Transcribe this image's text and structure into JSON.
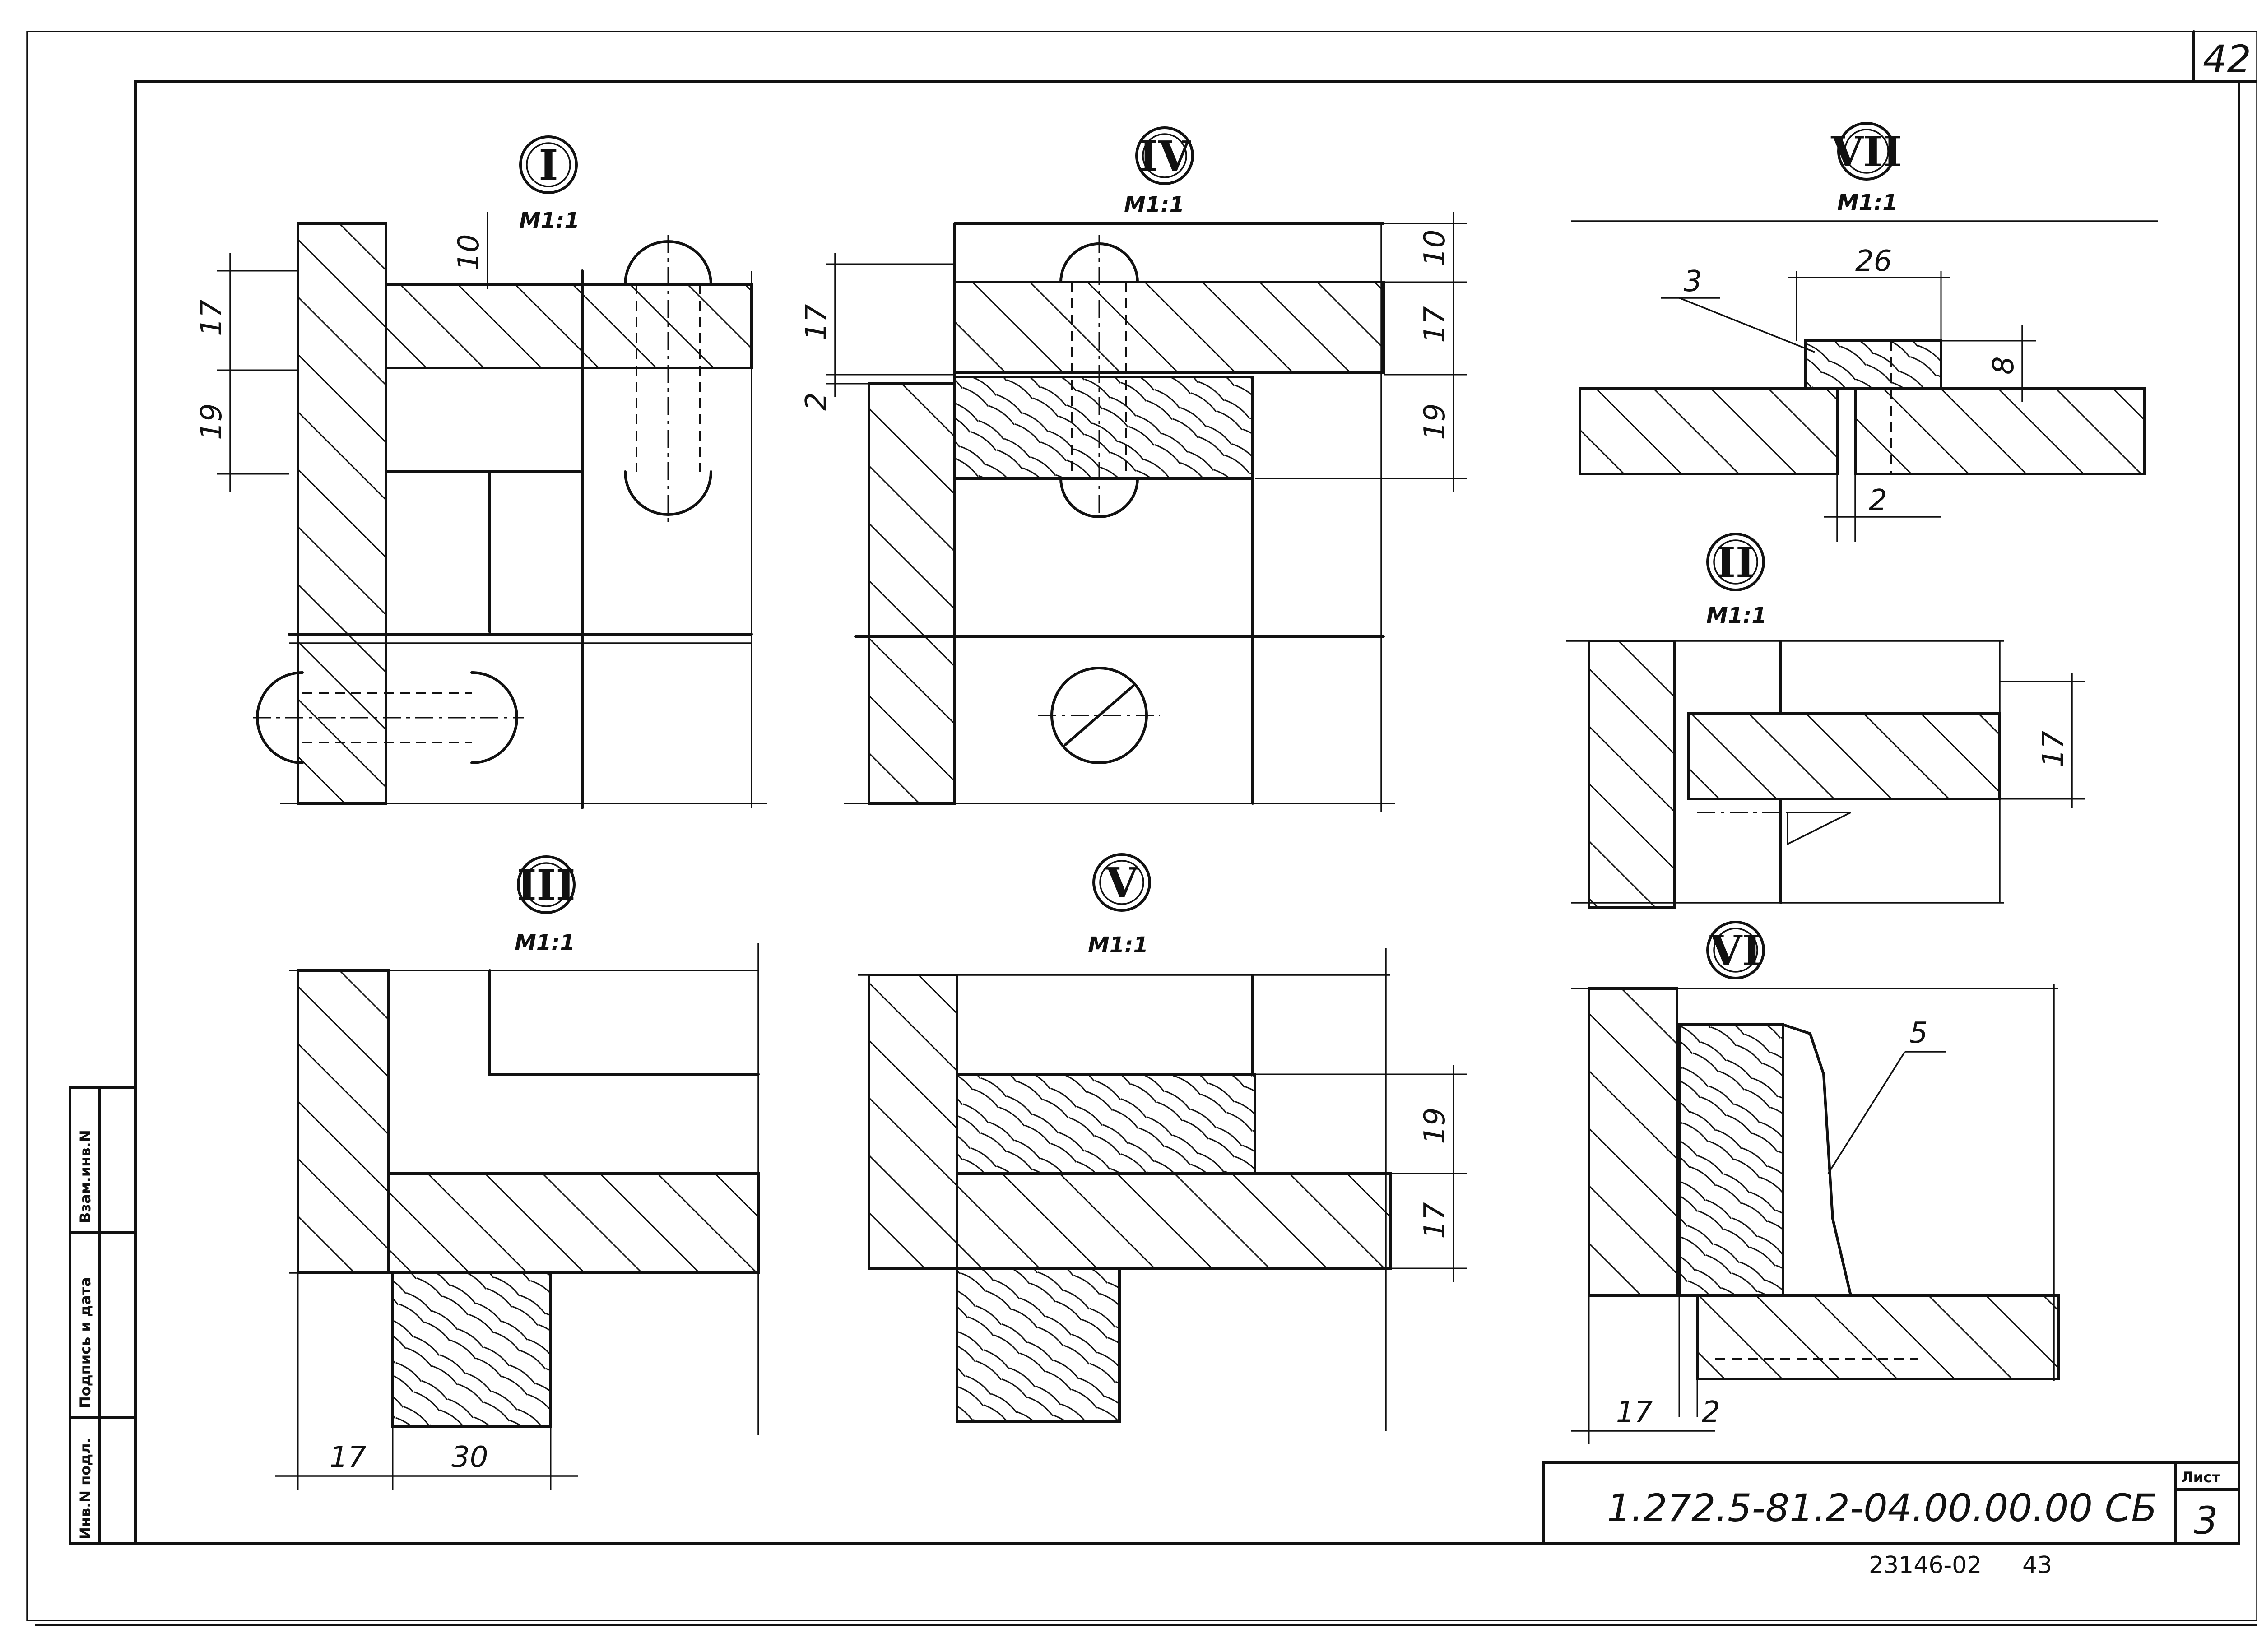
{
  "sheet": {
    "corner_number": "42",
    "document_code": "1.272.5-81.2-04.00.00.00 СБ",
    "sheet_label": "Лист",
    "sheet_number": "3",
    "archive_number": "23146-02",
    "page_number": "43"
  },
  "side_stamp": {
    "inv_original": "Инв.N подл.",
    "signature_date": "Подпись и дата",
    "replacement_inv": "Взам.инв.N"
  },
  "details": {
    "I": {
      "label": "I",
      "scale": "М1:1",
      "dims": [
        "10",
        "17",
        "19"
      ]
    },
    "IV": {
      "label": "IV",
      "scale": "М1:1",
      "dims": [
        "10",
        "17",
        "19",
        "17",
        "2"
      ]
    },
    "VII": {
      "label": "VII",
      "scale": "М1:1",
      "dims": [
        "26",
        "8",
        "2"
      ],
      "callout": "3"
    },
    "II": {
      "label": "II",
      "scale": "М1:1",
      "dims": [
        "17"
      ]
    },
    "III": {
      "label": "III",
      "scale": "М1:1",
      "dims": [
        "17",
        "30"
      ]
    },
    "V": {
      "label": "V",
      "scale": "М1:1",
      "dims": [
        "19",
        "17"
      ]
    },
    "VI": {
      "label": "VI",
      "dims": [
        "17",
        "2"
      ],
      "callout": "5"
    }
  }
}
